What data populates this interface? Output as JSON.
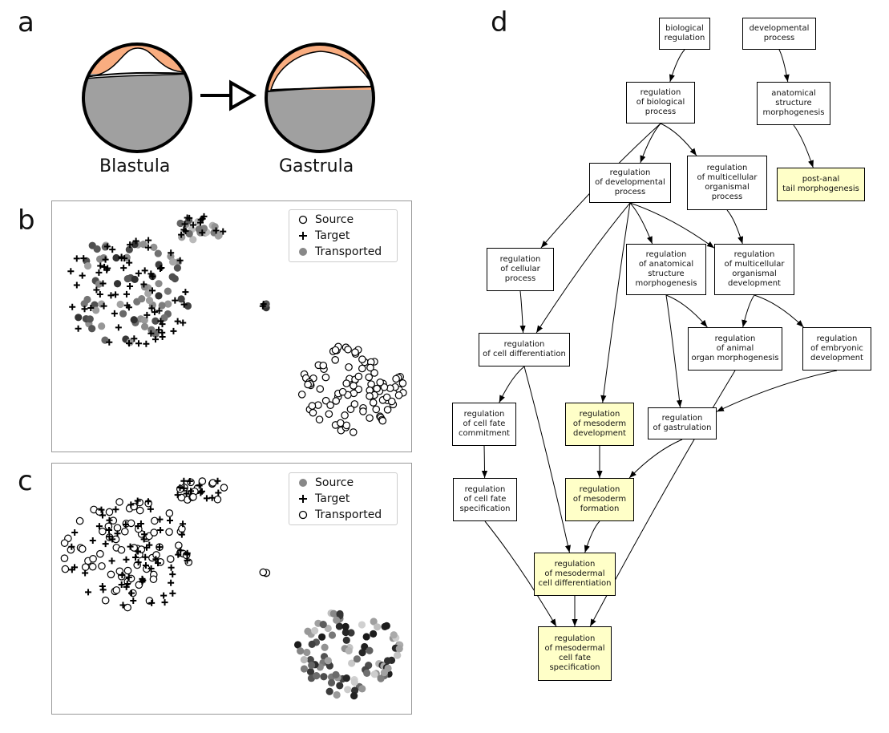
{
  "panels": {
    "a": "a",
    "b": "b",
    "c": "c",
    "d": "d"
  },
  "embryo": {
    "left_label": "Blastula",
    "right_label": "Gastrula",
    "tissue_color": "#f9ad80",
    "yolk_color": "#a0a0a0"
  },
  "legend_b": {
    "items": [
      {
        "label": "Source",
        "marker": "open-circle"
      },
      {
        "label": "Target",
        "marker": "plus"
      },
      {
        "label": "Transported",
        "marker": "filled-circle"
      }
    ]
  },
  "legend_c": {
    "items": [
      {
        "label": "Source",
        "marker": "filled-circle"
      },
      {
        "label": "Target",
        "marker": "plus"
      },
      {
        "label": "Transported",
        "marker": "open-circle"
      }
    ]
  },
  "graph": {
    "highlight_color": "#ffffc8",
    "nodes": [
      {
        "id": "n1",
        "text": "biological\nregulation",
        "hl": false
      },
      {
        "id": "n2",
        "text": "developmental\nprocess",
        "hl": false
      },
      {
        "id": "n3",
        "text": "regulation\nof biological\nprocess",
        "hl": false
      },
      {
        "id": "n4",
        "text": "anatomical\nstructure\nmorphogenesis",
        "hl": false
      },
      {
        "id": "n5",
        "text": "regulation\nof developmental\nprocess",
        "hl": false
      },
      {
        "id": "n6",
        "text": "regulation\nof multicellular\norganismal\nprocess",
        "hl": false
      },
      {
        "id": "n7",
        "text": "post-anal\ntail morphogenesis",
        "hl": true
      },
      {
        "id": "n8",
        "text": "regulation\nof cellular\nprocess",
        "hl": false
      },
      {
        "id": "n9",
        "text": "regulation\nof anatomical\nstructure\nmorphogenesis",
        "hl": false
      },
      {
        "id": "n10",
        "text": "regulation\nof multicellular\norganismal\ndevelopment",
        "hl": false
      },
      {
        "id": "n11",
        "text": "regulation\nof cell differentiation",
        "hl": false
      },
      {
        "id": "n12",
        "text": "regulation\nof animal\norgan morphogenesis",
        "hl": false
      },
      {
        "id": "n13",
        "text": "regulation\nof embryonic\ndevelopment",
        "hl": false
      },
      {
        "id": "n14",
        "text": "regulation\nof cell fate\ncommitment",
        "hl": false
      },
      {
        "id": "n15",
        "text": "regulation\nof mesoderm\ndevelopment",
        "hl": true
      },
      {
        "id": "n16",
        "text": "regulation\nof gastrulation",
        "hl": false
      },
      {
        "id": "n17",
        "text": "regulation\nof cell fate\nspecification",
        "hl": false
      },
      {
        "id": "n18",
        "text": "regulation\nof mesoderm\nformation",
        "hl": true
      },
      {
        "id": "n19",
        "text": "regulation\nof mesodermal\ncell differentiation",
        "hl": true
      },
      {
        "id": "n20",
        "text": "regulation\nof mesodermal\ncell fate\nspecification",
        "hl": true
      }
    ],
    "edges": [
      [
        "n1",
        "n3"
      ],
      [
        "n2",
        "n4"
      ],
      [
        "n3",
        "n5"
      ],
      [
        "n3",
        "n6"
      ],
      [
        "n3",
        "n8"
      ],
      [
        "n4",
        "n7"
      ],
      [
        "n5",
        "n9"
      ],
      [
        "n5",
        "n10"
      ],
      [
        "n5",
        "n11"
      ],
      [
        "n5",
        "n15"
      ],
      [
        "n6",
        "n10"
      ],
      [
        "n8",
        "n11"
      ],
      [
        "n9",
        "n12"
      ],
      [
        "n9",
        "n16"
      ],
      [
        "n10",
        "n12"
      ],
      [
        "n10",
        "n13"
      ],
      [
        "n11",
        "n14"
      ],
      [
        "n11",
        "n19"
      ],
      [
        "n13",
        "n16"
      ],
      [
        "n14",
        "n17"
      ],
      [
        "n15",
        "n18"
      ],
      [
        "n16",
        "n18"
      ],
      [
        "n17",
        "n20"
      ],
      [
        "n18",
        "n19"
      ],
      [
        "n19",
        "n20"
      ],
      [
        "n12",
        "n20"
      ]
    ]
  }
}
